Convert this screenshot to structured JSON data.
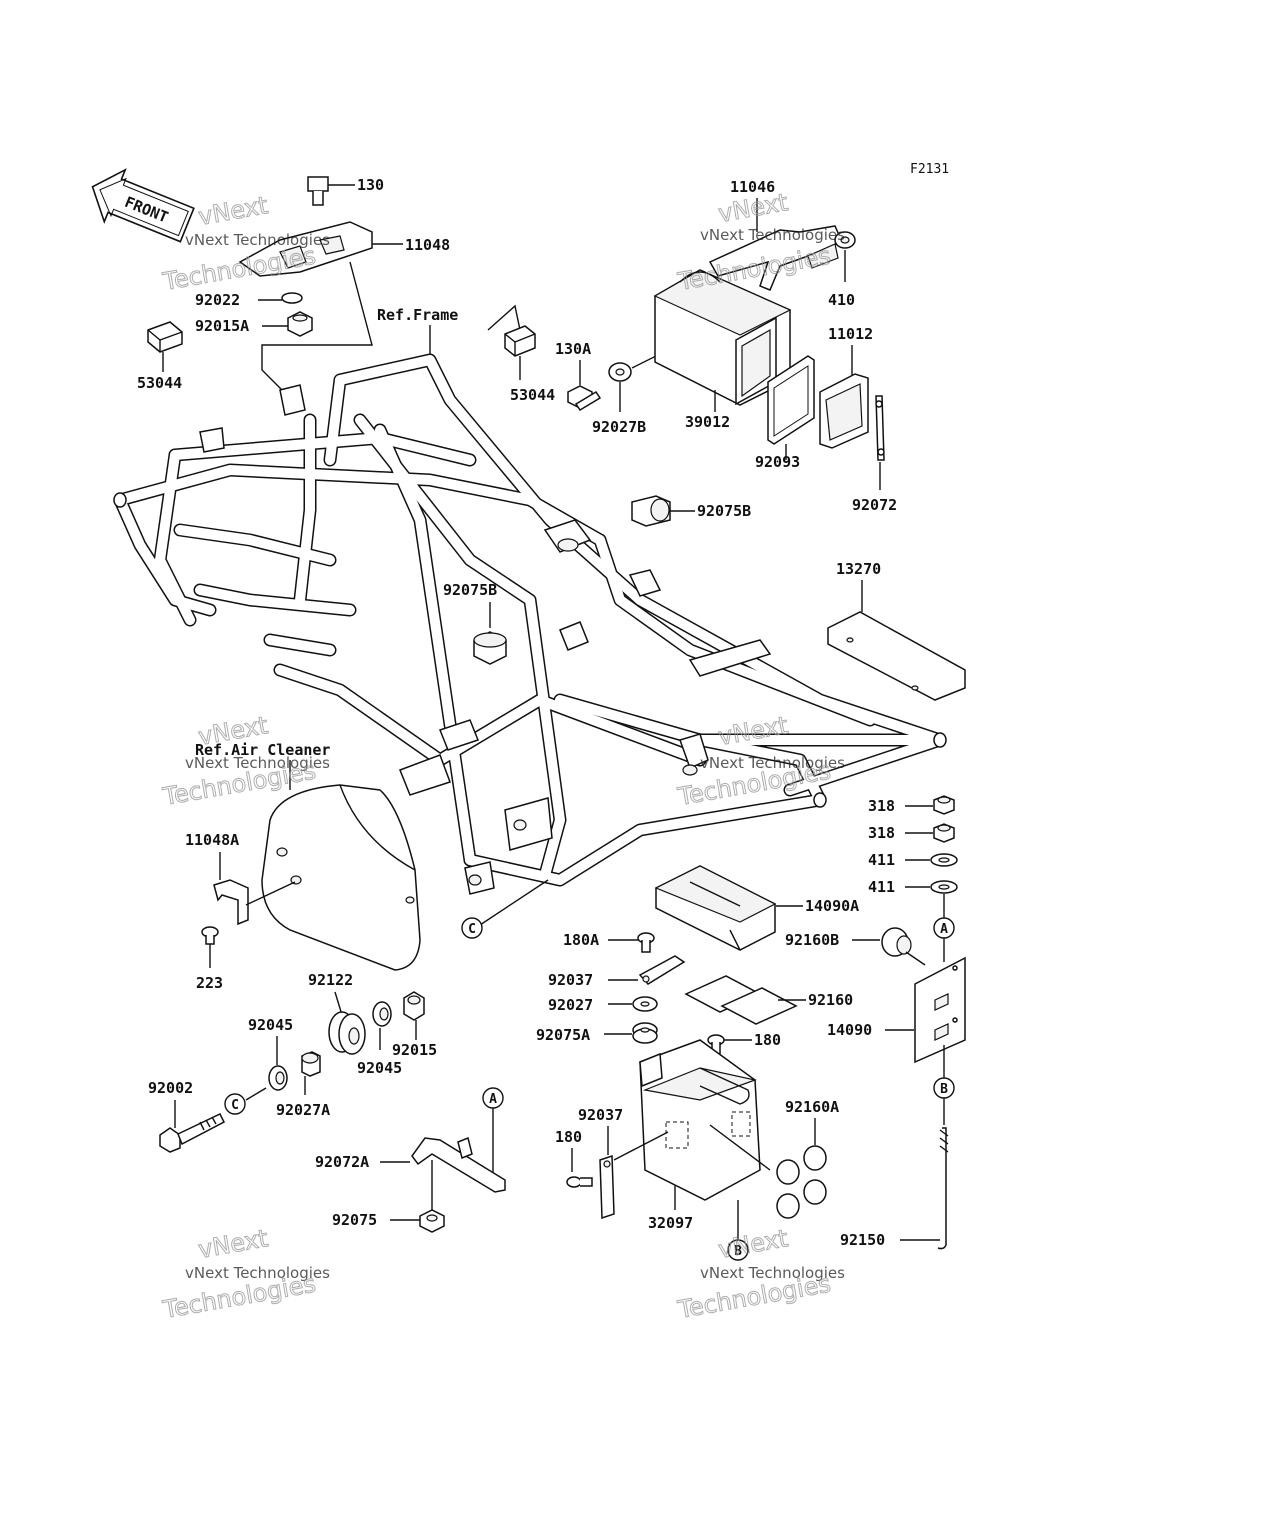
{
  "figure_code": "F2131",
  "front_label": "FRONT",
  "refs": {
    "frame": "Ref.Frame",
    "air_cleaner": "Ref.Air Cleaner"
  },
  "watermark": {
    "line1": "vNext Technologies",
    "line2": "vNext",
    "line3": "Technologies"
  },
  "callouts": {
    "A": "A",
    "B": "B",
    "C": "C"
  },
  "labels": {
    "p130": "130",
    "p11048": "11048",
    "p92022": "92022",
    "p92015A": "92015A",
    "p53044_left": "53044",
    "p53044_right": "53044",
    "p130A": "130A",
    "p92027B": "92027B",
    "p39012": "39012",
    "p11046": "11046",
    "p410": "410",
    "p11012": "11012",
    "p92093": "92093",
    "p92072": "92072",
    "p92075B_top": "92075B",
    "p13270": "13270",
    "p92075B_mid": "92075B",
    "p318_a": "318",
    "p318_b": "318",
    "p411_a": "411",
    "p411_b": "411",
    "p14090A": "14090A",
    "p11048A": "11048A",
    "p223": "223",
    "p180A": "180A",
    "p92160B": "92160B",
    "p92037_top": "92037",
    "p92160": "92160",
    "p92027": "92027",
    "p14090": "14090",
    "p92075A": "92075A",
    "p180_right": "180",
    "p92122": "92122",
    "p92045_a": "92045",
    "p92045_b": "92045",
    "p92015": "92015",
    "p92002": "92002",
    "p92027A": "92027A",
    "p92037_bot": "92037",
    "p180_left": "180",
    "p92160A": "92160A",
    "p92072A": "92072A",
    "p92075": "92075",
    "p32097": "32097",
    "p92150": "92150"
  }
}
